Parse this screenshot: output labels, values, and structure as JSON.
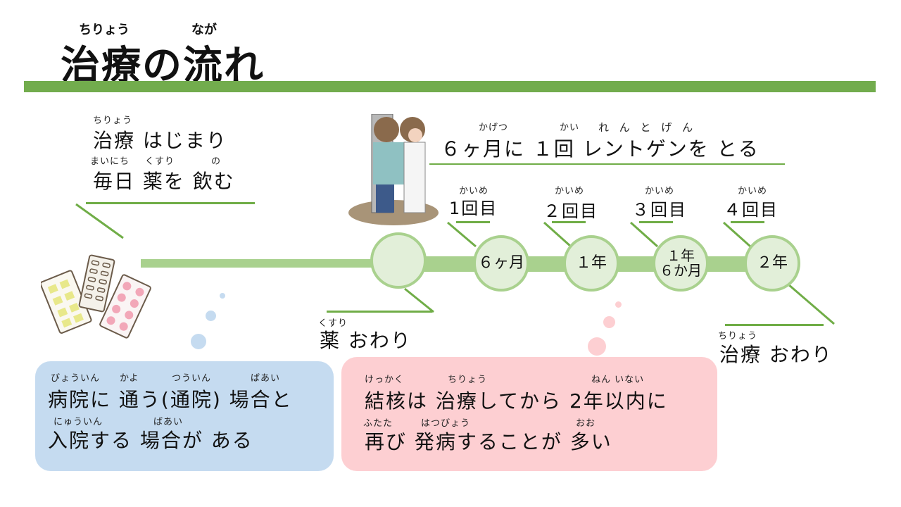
{
  "title": {
    "text": "治療の流れ",
    "ruby_1": "ちりょう",
    "ruby_2": "なが"
  },
  "start": {
    "line1": "治療 はじまり",
    "line1_ruby": "ちりょう",
    "line2": "毎日 薬を 飲む",
    "line2_ruby": [
      "まいにち",
      "くすり",
      "の"
    ]
  },
  "xray_note": {
    "text": "６ヶ月に １回 レントゲンを とる",
    "ruby": [
      "かげつ",
      "かい",
      "れ ん と げ ん"
    ]
  },
  "checkups": [
    {
      "label": "1回目",
      "ruby": "かいめ",
      "time": "６ヶ月"
    },
    {
      "label": "２回目",
      "ruby": "かいめ",
      "time": "１年"
    },
    {
      "label": "３回目",
      "ruby": "かいめ",
      "time_line1": "１年",
      "time_line2": "６か月"
    },
    {
      "label": "４回目",
      "ruby": "かいめ",
      "time": "２年"
    }
  ],
  "medicine_end": {
    "text": "薬 おわり",
    "ruby": "くすり"
  },
  "treatment_end": {
    "text": "治療 おわり",
    "ruby": "ちりょう"
  },
  "blue_note": {
    "line1": "病院に 通う(通院)  場合と",
    "line1_ruby": [
      "びょういん",
      "かよ",
      "つういん",
      "ばあい"
    ],
    "line2": "入院する  場合が  ある",
    "line2_ruby": [
      "にゅういん",
      "ばあい"
    ]
  },
  "pink_note": {
    "line1": "結核は  治療してから  2年以内に",
    "line1_ruby": [
      "けっかく",
      "ちりょう",
      "ねん いない"
    ],
    "line2": "再び  発病することが  多い",
    "line2_ruby": [
      "ふたた",
      "はつびょう",
      "おお"
    ]
  },
  "colors": {
    "accent": "#72ac4d",
    "node_fill": "#e2efd9",
    "node_border": "#a9d18e",
    "blue_box": "#c5dbf0",
    "pink_box": "#fdcfd2"
  }
}
